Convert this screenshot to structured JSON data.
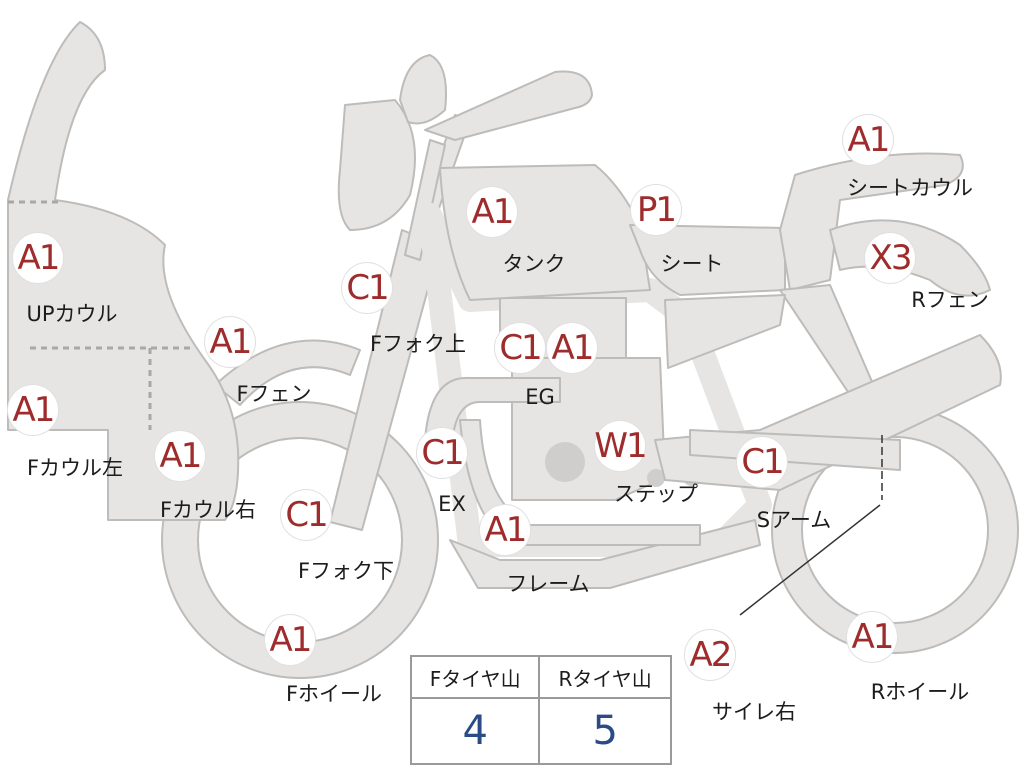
{
  "colors": {
    "part_fill": "#e6e5e3",
    "part_stroke": "#bdbcba",
    "marker_text": "#9e2c2c",
    "value_text": "#2b4b86"
  },
  "parts": [
    {
      "id": "up-cowl",
      "code": "A1",
      "label": "UPカウル"
    },
    {
      "id": "f-cowl-left",
      "code": "A1",
      "label": "Fカウル左"
    },
    {
      "id": "f-cowl-right",
      "code": "A1",
      "label": "Fカウル右"
    },
    {
      "id": "f-fender",
      "code": "A1",
      "label": "Fフェン"
    },
    {
      "id": "f-fork-upper",
      "code": "C1",
      "label": "Fフォク上"
    },
    {
      "id": "f-fork-lower",
      "code": "C1",
      "label": "Fフォク下"
    },
    {
      "id": "f-wheel",
      "code": "A1",
      "label": "Fホイール"
    },
    {
      "id": "tank",
      "code": "A1",
      "label": "タンク"
    },
    {
      "id": "seat",
      "code": "P1",
      "label": "シート"
    },
    {
      "id": "seat-cowl",
      "code": "A1",
      "label": "シートカウル"
    },
    {
      "id": "r-fender",
      "code": "X3",
      "label": "Rフェン"
    },
    {
      "id": "eg-c",
      "code": "C1",
      "label": ""
    },
    {
      "id": "eg-a",
      "code": "A1",
      "label": "EG"
    },
    {
      "id": "ex",
      "code": "C1",
      "label": "EX"
    },
    {
      "id": "step",
      "code": "W1",
      "label": "ステップ"
    },
    {
      "id": "s-arm",
      "code": "C1",
      "label": "Sアーム"
    },
    {
      "id": "frame",
      "code": "A1",
      "label": "フレーム"
    },
    {
      "id": "muffler-r",
      "code": "A2",
      "label": "サイレ右"
    },
    {
      "id": "r-wheel",
      "code": "A1",
      "label": "Rホイール"
    }
  ],
  "tire_tread": {
    "headers": [
      "Fタイヤ山",
      "Rタイヤ山"
    ],
    "values": [
      "4",
      "5"
    ]
  }
}
